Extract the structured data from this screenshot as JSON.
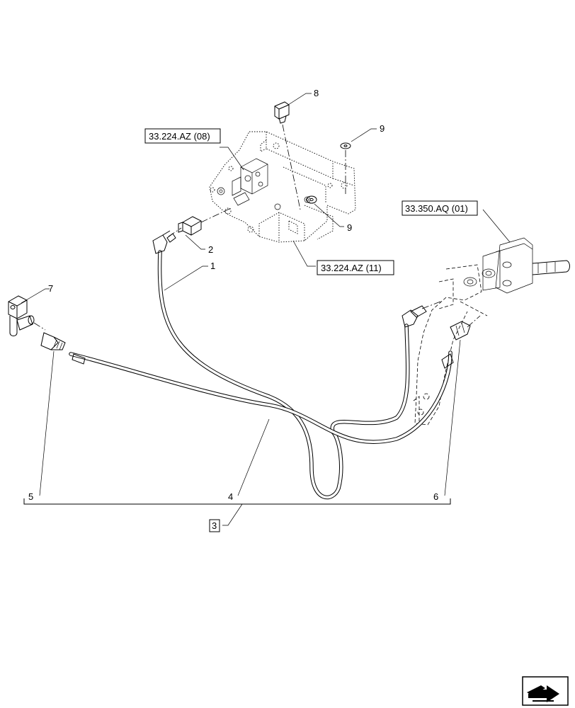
{
  "callouts": {
    "c1": "1",
    "c2": "2",
    "c3": "3",
    "c4": "4",
    "c5": "5",
    "c6": "6",
    "c7": "7",
    "c8": "8",
    "c9a": "9",
    "c9b": "9"
  },
  "references": {
    "ref_bracket_08": "33.224.AZ (08)",
    "ref_bracket_11": "33.224.AZ (11)",
    "ref_valve_01": "33.350.AQ (01)"
  },
  "icons": {
    "nav_icon": "previous-page-arrow-icon"
  }
}
